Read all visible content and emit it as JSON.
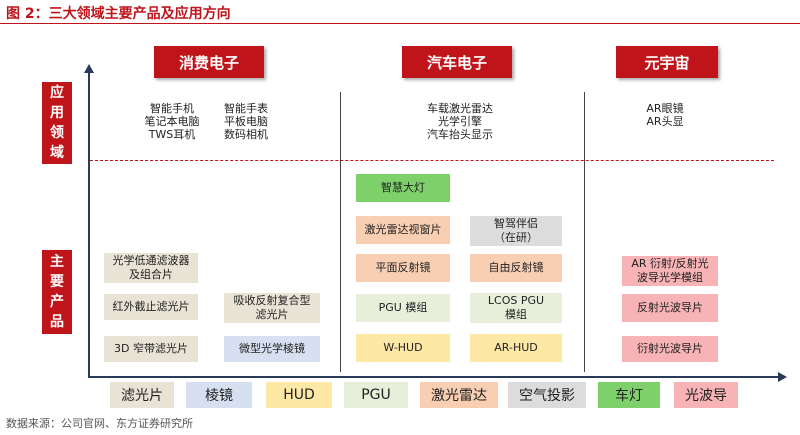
{
  "title": "图 2：三大领域主要产品及应用方向",
  "categories": {
    "consumer": "消费电子",
    "auto": "汽车电子",
    "metaverse": "元宇宙"
  },
  "side_labels": {
    "application": [
      "应",
      "用",
      "领",
      "域"
    ],
    "products": [
      "主",
      "要",
      "产",
      "品"
    ]
  },
  "applications": {
    "consumer_left": "智能手机\n笔记本电脑\nTWS耳机",
    "consumer_right": "智能手表\n平板电脑\n数码相机",
    "auto": "车载激光雷达\n光学引擎\n汽车抬头显示",
    "metaverse": "AR眼镜\nAR头显"
  },
  "products": {
    "lowpass_filter": "光学低通滤波器\n及组合片",
    "ir_cut_filter": "红外截止滤光片",
    "narrowband_filter": "3D 窄带滤光片",
    "reflective_composite": "吸收反射复合型\n滤光片",
    "micro_prism": "微型光学棱镜",
    "smart_lamp": "智慧大灯",
    "lidar_window": "激光雷达视窗片",
    "flat_mirror": "平面反射镜",
    "pgu_module": "PGU 模组",
    "w_hud": "W-HUD",
    "smart_companion": "智驾伴侣\n（在研）",
    "freeform_mirror": "自由反射镜",
    "lcos_pgu": "LCOS PGU\n模组",
    "ar_hud": "AR-HUD",
    "ar_diffractive_module": "AR 衍射/反射光\n波导光学模组",
    "reflective_waveguide": "反射光波导片",
    "diffractive_waveguide": "衍射光波导片"
  },
  "legend": [
    {
      "label": "滤光片",
      "color": "#e9e3d6"
    },
    {
      "label": "棱镜",
      "color": "#d6e0f1"
    },
    {
      "label": "HUD",
      "color": "#fde8a6"
    },
    {
      "label": "PGU",
      "color": "#e7efda"
    },
    {
      "label": "激光雷达",
      "color": "#f9cfb3"
    },
    {
      "label": "空气投影",
      "color": "#dcdcdc"
    },
    {
      "label": "车灯",
      "color": "#7ed06a"
    },
    {
      "label": "光波导",
      "color": "#f7b3b6"
    }
  ],
  "colors": {
    "accent": "#c0141b",
    "axis": "#2a3b5a"
  },
  "source": "数据来源：公司官网、东方证券研究所"
}
